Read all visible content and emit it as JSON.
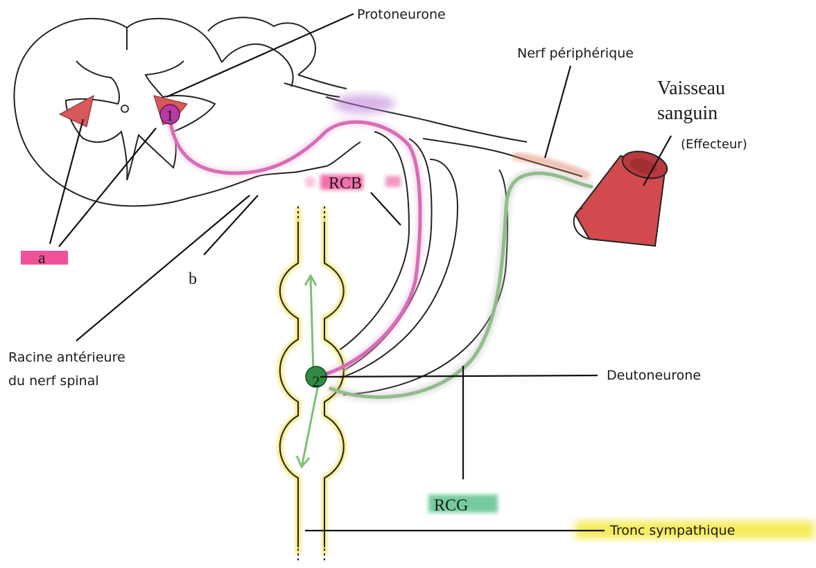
{
  "labels": {
    "protoneurone": "Protoneurone",
    "nerf_peripherique": "Nerf périphérique",
    "vaisseau_line1": "Vaisseau",
    "vaisseau_line2": "sanguin",
    "effecteur": "(Effecteur)",
    "rcb": "RCB",
    "a": "a",
    "b": "b",
    "racine_line1": "Racine antérieure",
    "racine_line2": "du nerf spinal",
    "deutoneurone": "Deutoneurone",
    "neuron_1": "1",
    "neuron_2": "2",
    "rcg": "RCG",
    "tronc": "Tronc sympathique"
  },
  "colors": {
    "outline": "#222222",
    "preganglionic": "#c0359a",
    "postganglionic": "#7dbf73",
    "horn": "#d9585a",
    "vessel": "#d24a4e",
    "highlight_pink": "#ee3f8f",
    "highlight_yellow": "#f4e83a",
    "highlight_green": "#5ec28e",
    "sympathetic_trunk": "#eddc3a"
  }
}
